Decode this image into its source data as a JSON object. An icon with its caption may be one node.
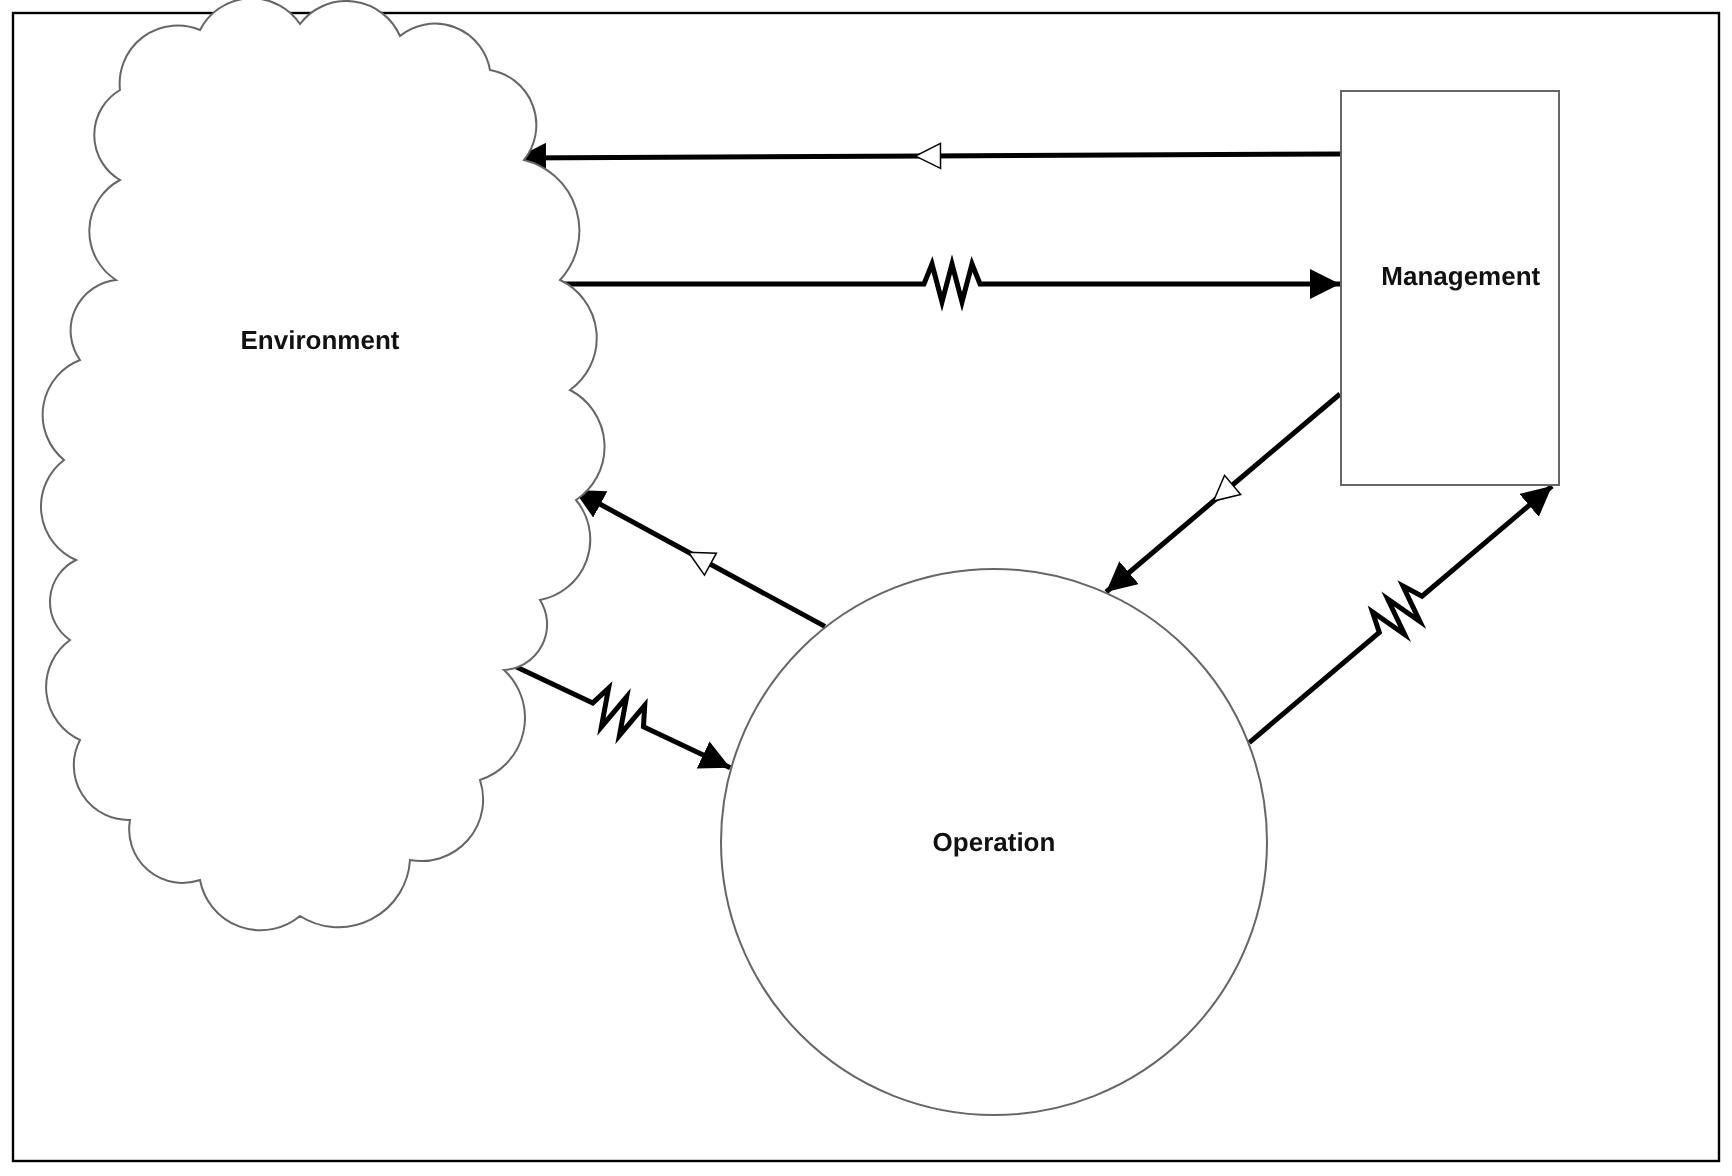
{
  "diagram": {
    "nodes": [
      {
        "text": [
          "Environment"
        ]
      },
      {
        "text": [
          "Management"
        ]
      },
      {
        "text": [
          "Operation"
        ]
      }
    ],
    "edges": [
      {
        "from": 1,
        "to": 0,
        "arrow": "to"
      },
      {
        "from": 0,
        "to": 1,
        "arrow": "to"
      },
      {
        "from": 1,
        "to": 2,
        "arrow": "to"
      },
      {
        "from": 2,
        "to": 0,
        "arrow": "to"
      },
      {
        "from": 0,
        "to": 2,
        "arrow": "to"
      },
      {
        "from": 2,
        "to": 1,
        "arrow": "to"
      }
    ]
  }
}
